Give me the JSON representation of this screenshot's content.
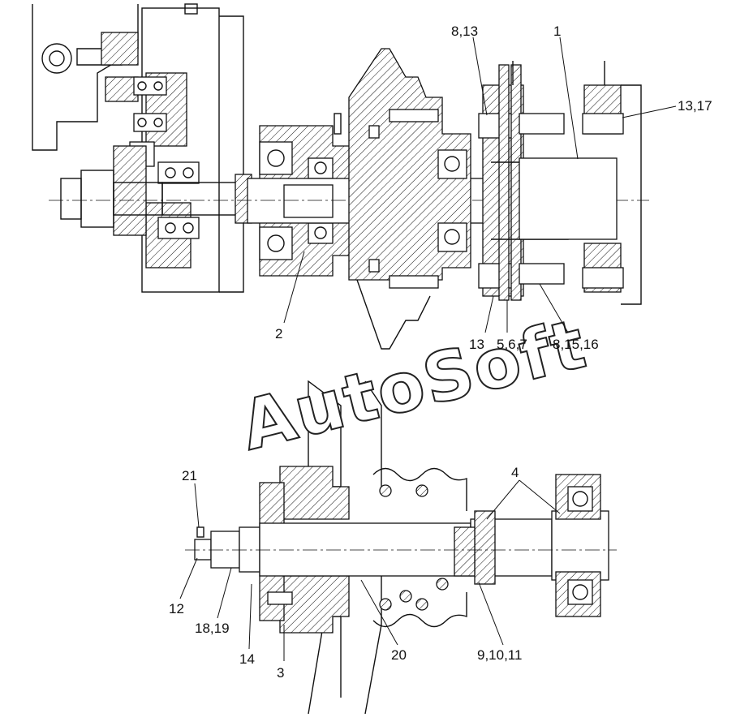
{
  "callouts": {
    "c_8_13": "8,13",
    "c_1": "1",
    "c_13_17": "13,17",
    "c_2": "2",
    "c_13": "13",
    "c_5_6_7": "5,6,7",
    "c_8_15_16": "8,15,16",
    "c_21": "21",
    "c_4": "4",
    "c_12": "12",
    "c_18_19": "18,19",
    "c_14": "14",
    "c_3": "3",
    "c_20": "20",
    "c_9_10_11": "9,10,11"
  },
  "watermark": "AutoSoft",
  "colors": {
    "line": "#111111",
    "background": "#ffffff"
  }
}
